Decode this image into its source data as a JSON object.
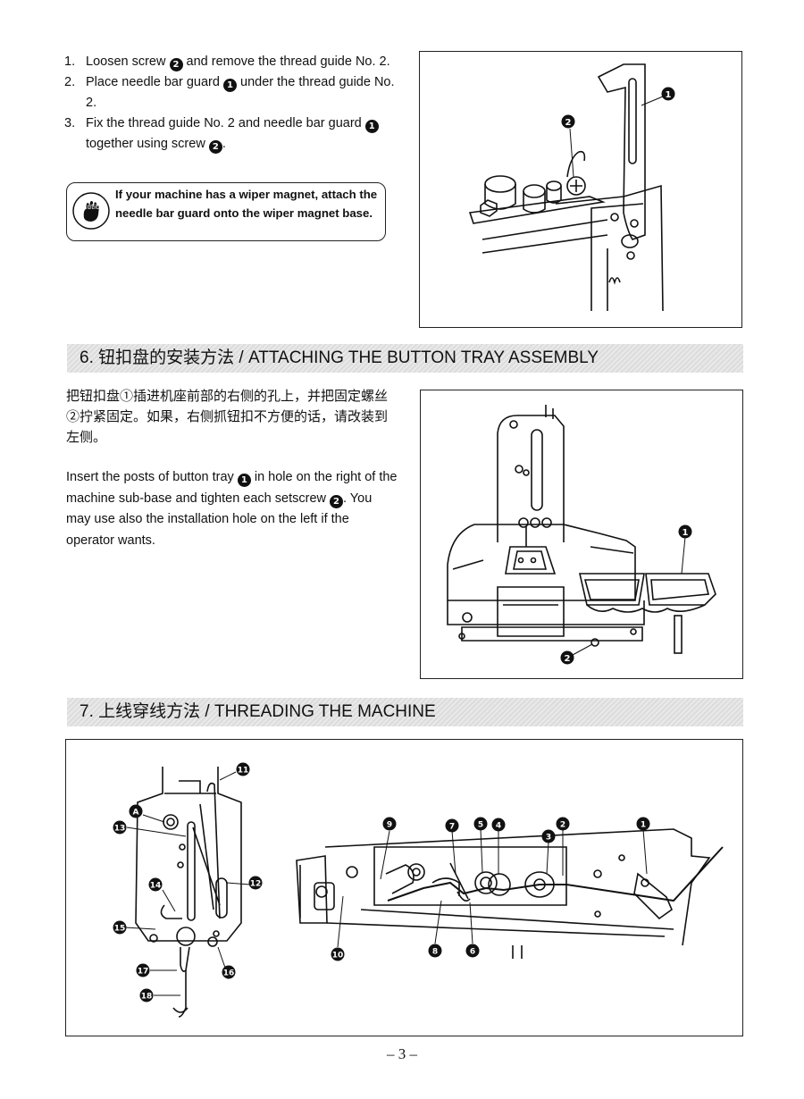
{
  "steps": [
    {
      "num": "1.",
      "parts": [
        "Loosen screw ",
        "2",
        " and remove the thread guide No. 2."
      ]
    },
    {
      "num": "2.",
      "parts": [
        "Place needle bar guard ",
        "1",
        " under the thread guide No. 2."
      ]
    },
    {
      "num": "3.",
      "parts": [
        "Fix the thread guide No. 2 and needle bar guard ",
        "1",
        " together using screw ",
        "2",
        "."
      ]
    }
  ],
  "caution": {
    "icon_label": "Caution",
    "text": "If your machine has a wiper magnet, attach the needle bar guard onto the wiper magnet base."
  },
  "section6": {
    "title": "6. 钮扣盘的安装方法 / ATTACHING THE BUTTON TRAY ASSEMBLY",
    "chinese": "把钮扣盘①插进机座前部的右侧的孔上，并把固定螺丝②拧紧固定。如果，右侧抓钮扣不方便的话，请改装到左侧。",
    "english_parts": [
      "Insert the posts of button tray ",
      "1",
      " in hole on the right of the machine sub-base and tighten each setscrew ",
      "2",
      ". You may use also the installation hole on the left if the operator wants."
    ]
  },
  "section7": {
    "title": "7. 上线穿线方法 / THREADING THE MACHINE"
  },
  "figures": {
    "fig1_callouts": [
      "1",
      "2"
    ],
    "fig2_callouts": [
      "1",
      "2"
    ],
    "fig3_left_callouts": [
      "11",
      "A",
      "13",
      "12",
      "14",
      "15",
      "16",
      "17",
      "18"
    ],
    "fig3_right_callouts": [
      "9",
      "7",
      "5",
      "4",
      "2",
      "3",
      "1",
      "10",
      "8",
      "6"
    ]
  },
  "page_number": "– 3 –"
}
